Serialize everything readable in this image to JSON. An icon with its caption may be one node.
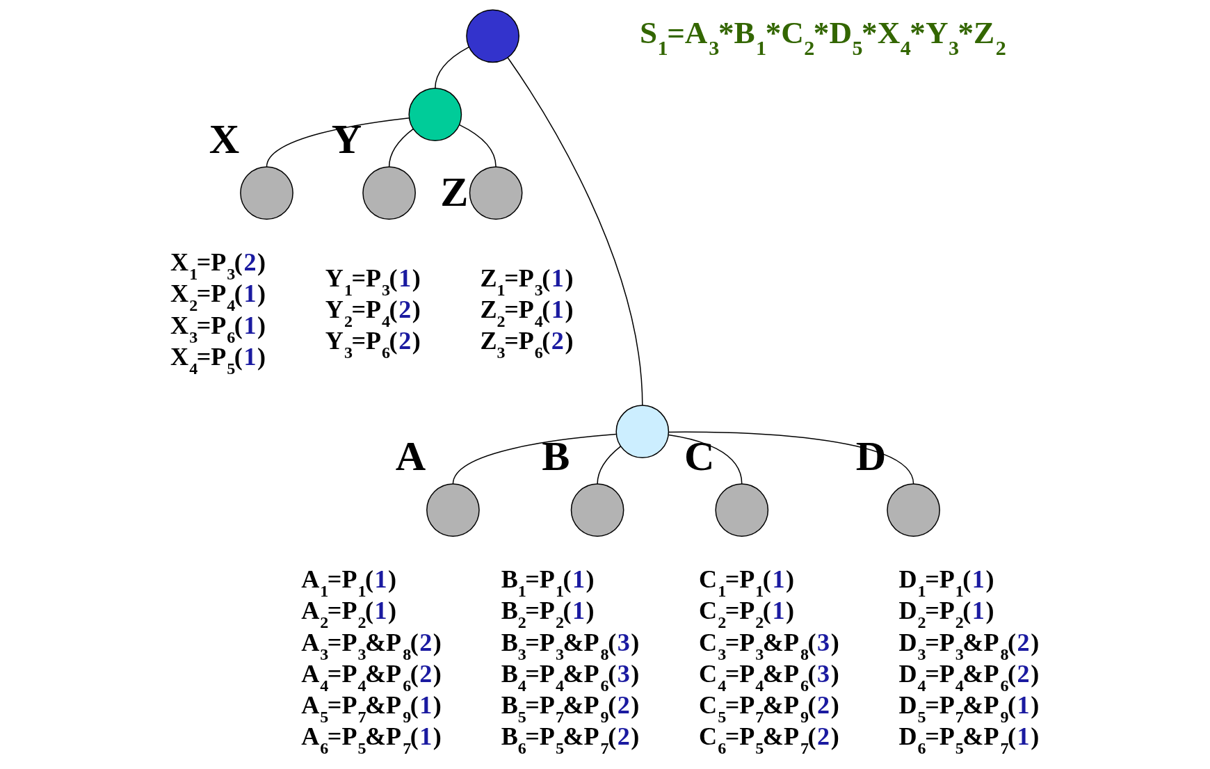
{
  "diagram": {
    "nodes": [
      {
        "text": [],
        "shape": "circle",
        "beside": [
          "S$_{1}$=A$_{3}$*B$_{1}$*C$_{2}$*D$_{5}$*X$_{4}$*Y$_{3}$*Z$_{2}$"
        ]
      },
      {
        "text": [],
        "shape": "circle"
      },
      {
        "text": [
          "X"
        ],
        "beside": [
          "X$_{1}$=P$_{3}$(2)",
          "X$_{2}$=P$_{4}$(1)",
          "X$_{3}$=P$_{6}$(1)",
          "X$_{4}$=P$_{5}$(1)"
        ]
      },
      {
        "text": [
          "Y"
        ],
        "beside": [
          "Y$_{1}$=P$_{3}$(1)",
          "Y$_{2}$=P$_{4}$(2)",
          "Y$_{3}$=P$_{6}$(2)"
        ]
      },
      {
        "text": [
          "Z"
        ],
        "beside": [
          "Z$_{1}$=P$_{3}$(1)",
          "Z$_{2}$=P$_{4}$(1)",
          "Z$_{3}$=P$_{6}$(2)"
        ]
      },
      {
        "text": [],
        "shape": "circle"
      },
      {
        "text": [
          "A"
        ],
        "beside": [
          "A$_{1}$=P$_{1}$(1)",
          "A$_{2}$=P$_{2}$(1)",
          "A$_{3}$=P$_{3}$&P$_{8}$(2)",
          "A$_{4}$=P$_{4}$&P$_{6}$(2)",
          "A$_{5}$=P$_{7}$&P$_{9}$(1)",
          "A$_{6}$=P$_{5}$&P$_{7}$(1)"
        ]
      },
      {
        "text": [
          "B"
        ],
        "beside": [
          "B$_{1}$=P$_{1}$(1)",
          "B$_{2}$=P$_{2}$(1)",
          "B$_{3}$=P$_{3}$&P$_{8}$(3)",
          "B$_{4}$=P$_{4}$&P$_{6}$(3)",
          "B$_{5}$=P$_{7}$&P$_{9}$(2)",
          "B$_{6}$=P$_{5}$&P$_{7}$(2)"
        ]
      },
      {
        "text": [
          "C"
        ],
        "beside": [
          "C$_{1}$=P$_{1}$(1)",
          "C$_{2}$=P$_{2}$(1)",
          "C$_{3}$=P$_{3}$&P$_{8}$(3)",
          "C$_{4}$=P$_{4}$&P$_{6}$(3)",
          "C$_{5}$=P$_{7}$&P$_{9}$(2)",
          "C$_{6}$=P$_{5}$&P$_{7}$(2)"
        ]
      },
      {
        "text": [
          "D"
        ],
        "beside": [
          "D$_{1}$=P$_{1}$(1)",
          "D$_{2}$=P$_{2}$(1)",
          "D$_{3}$=P$_{3}$&P$_{8}$(2)",
          "D$_{4}$=P$_{4}$&P$_{6}$(2)",
          "D$_{5}$=P$_{7}$&P$_{9}$(1)",
          "D$_{6}$=P$_{5}$&P$_{7}$(1)"
        ]
      }
    ],
    "edges": [
      {
        "from": 0,
        "to": 1,
        "arrow": "none"
      },
      {
        "from": 0,
        "to": 5,
        "arrow": "none"
      },
      {
        "from": 1,
        "to": 2,
        "arrow": "none"
      },
      {
        "from": 1,
        "to": 3,
        "arrow": "none"
      },
      {
        "from": 1,
        "to": 4,
        "arrow": "none"
      },
      {
        "from": 5,
        "to": 6,
        "arrow": "none"
      },
      {
        "from": 5,
        "to": 7,
        "arrow": "none"
      },
      {
        "from": 5,
        "to": 8,
        "arrow": "none"
      },
      {
        "from": 5,
        "to": 9,
        "arrow": "none"
      }
    ]
  }
}
